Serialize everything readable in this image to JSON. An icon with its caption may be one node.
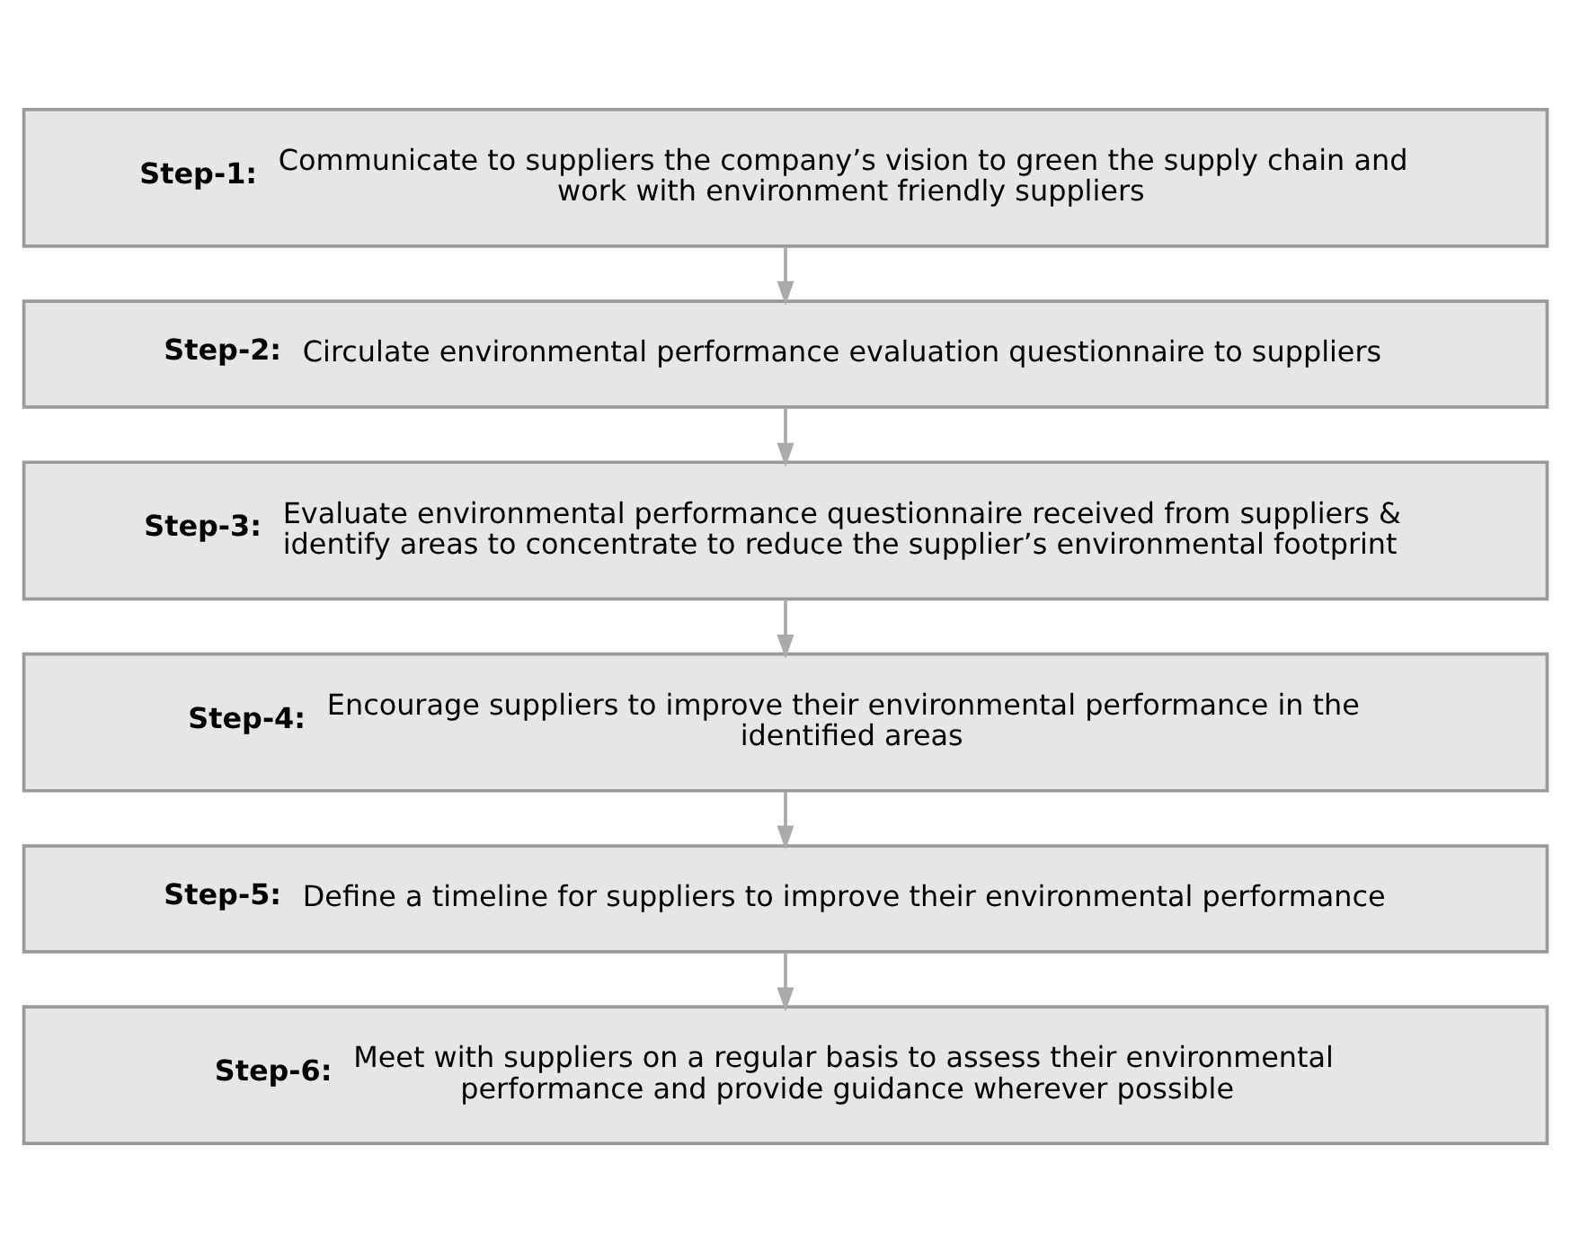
{
  "diagram": {
    "nodes": [
      {
        "text": [
          "Step-1:",
          "Communicate to suppliers the company’s vision to green the supply chain and work with environment friendly suppliers"
        ]
      },
      {
        "text": [
          "Step-2:",
          "Circulate environmental performance evaluation questionnaire to suppliers"
        ]
      },
      {
        "text": [
          "Step-3:",
          "Evaluate environmental performance questionnaire received from suppliers & identify areas to concentrate to reduce the supplier’s environmental footprint"
        ]
      },
      {
        "text": [
          "Step-4:",
          "Encourage suppliers to improve their environmental performance in the identified areas"
        ]
      },
      {
        "text": [
          "Step-5:",
          "Define a timeline for suppliers to improve their environmental performance"
        ]
      },
      {
        "text": [
          "Step-6:",
          "Meet with suppliers on a regular basis to assess their environmental performance and provide guidance wherever possible"
        ]
      }
    ],
    "edges": [
      {
        "from": 0,
        "to": 1,
        "arrow": "to"
      },
      {
        "from": 1,
        "to": 2,
        "arrow": "to"
      },
      {
        "from": 2,
        "to": 3,
        "arrow": "to"
      },
      {
        "from": 3,
        "to": 4,
        "arrow": "to"
      },
      {
        "from": 4,
        "to": 5,
        "arrow": "to"
      }
    ]
  }
}
